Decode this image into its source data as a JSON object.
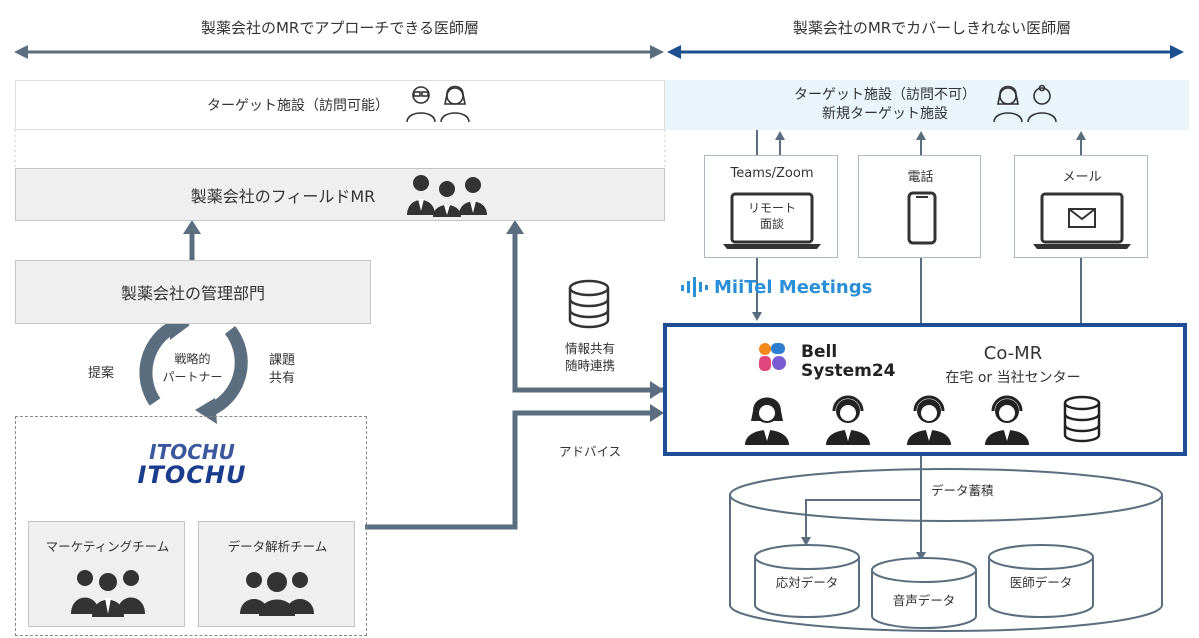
{
  "header": {
    "left_label": "製薬会社のMRでアプローチできる医師層",
    "right_label": "製薬会社のMRでカバーしきれない医師層"
  },
  "left": {
    "target_facility": "ターゲット施設（訪問可能）",
    "field_mr": "製薬会社のフィールドMR",
    "management": "製薬会社の管理部門",
    "proposal": "提案",
    "strategic_partner_line1": "戦略的",
    "strategic_partner_line2": "パートナー",
    "issues_line1": "課題",
    "issues_line2": "共有",
    "itochu_logo": "ITOCHU",
    "marketing_team": "マーケティングチーム",
    "data_team": "データ解析チーム",
    "info_share_line1": "情報共有",
    "info_share_line2": "随時連携",
    "advice": "アドバイス"
  },
  "right": {
    "target_line1": "ターゲット施設（訪問不可）",
    "target_line2": "新規ターゲット施設",
    "channels": [
      {
        "label": "Teams/Zoom",
        "screen_line1": "リモート",
        "screen_line2": "面談",
        "icon": "laptop-icon"
      },
      {
        "label": "電話",
        "icon": "smartphone-icon"
      },
      {
        "label": "メール",
        "icon": "mail-laptop-icon"
      }
    ],
    "miitel_brand": "MiiTel Meetings",
    "bell_line1": "Bell",
    "bell_line2": "System24",
    "comr_title": "Co-MR",
    "comr_subtitle": "在宅 or 当社センター",
    "data_accum": "データ蓄積",
    "data_items": [
      "応対データ",
      "音声データ",
      "医師データ"
    ]
  },
  "colors": {
    "arrow_gray": "#5b6e7f",
    "arrow_blue": "#1c4f8f",
    "comr_border": "#1f4e96",
    "itochu_blue": "#1a3c8c",
    "bell_orange": "#f28a1e",
    "bell_pink": "#e0457b",
    "bell_purple": "#7a5bd1",
    "bell_blue": "#2f7fd1",
    "miitel_blue": "#2a8fd6",
    "light_blue_bg": "#e9f4fb",
    "gray_bg": "#efefef"
  }
}
